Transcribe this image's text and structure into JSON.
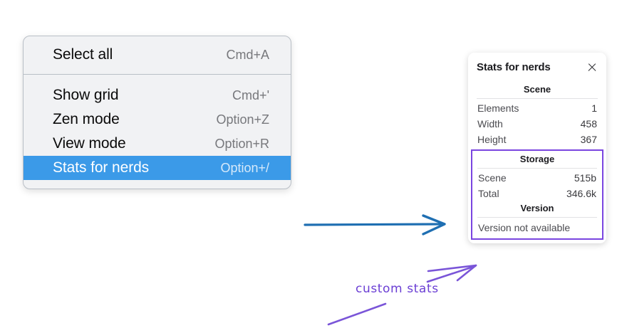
{
  "menu": {
    "sections": [
      {
        "items": [
          {
            "label": "Select all",
            "shortcut": "Cmd+A",
            "highlighted": false
          }
        ]
      },
      {
        "items": [
          {
            "label": "Show grid",
            "shortcut": "Cmd+'",
            "highlighted": false
          },
          {
            "label": "Zen mode",
            "shortcut": "Option+Z",
            "highlighted": false
          },
          {
            "label": "View mode",
            "shortcut": "Option+R",
            "highlighted": false
          },
          {
            "label": "Stats for nerds",
            "shortcut": "Option+/",
            "highlighted": true
          }
        ]
      }
    ],
    "highlight_color": "#3b9ae8"
  },
  "stats_panel": {
    "title": "Stats for nerds",
    "close_icon": "close-icon",
    "scene": {
      "heading": "Scene",
      "rows": [
        {
          "label": "Elements",
          "value": "1"
        },
        {
          "label": "Width",
          "value": "458"
        },
        {
          "label": "Height",
          "value": "367"
        }
      ]
    },
    "storage": {
      "heading": "Storage",
      "rows": [
        {
          "label": "Scene",
          "value": "515b"
        },
        {
          "label": "Total",
          "value": "346.6k"
        }
      ]
    },
    "version": {
      "heading": "Version",
      "text": "Version not available"
    },
    "highlight_color": "#7a45e0"
  },
  "annotations": {
    "custom_stats_label": "custom stats",
    "arrow_color_blue": "#1f6fb2",
    "arrow_color_purple": "#7a55d8"
  }
}
